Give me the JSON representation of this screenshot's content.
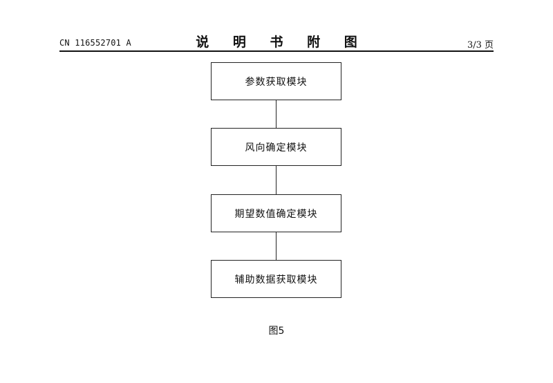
{
  "header": {
    "publication_number": "CN 116552701 A",
    "title": "说 明 书 附 图",
    "page": "3/3 页"
  },
  "figure": {
    "modules": [
      "参数获取模块",
      "风向确定模块",
      "期望数值确定模块",
      "辅助数据获取模块"
    ],
    "caption": "图5"
  }
}
